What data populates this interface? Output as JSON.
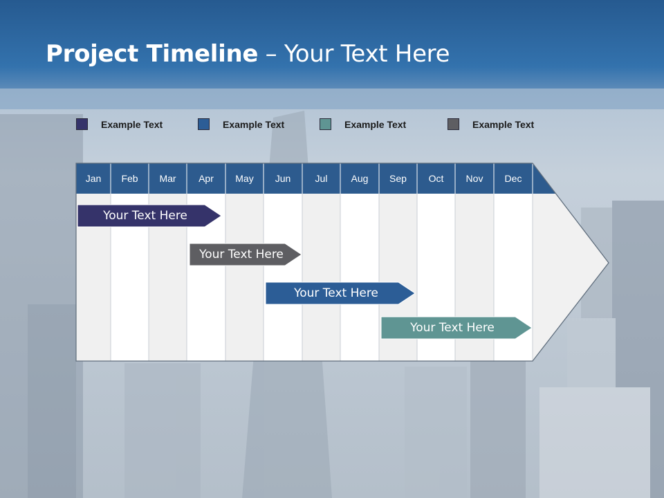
{
  "title": {
    "bold": "Project Timeline",
    "rest": " – Your Text Here"
  },
  "legend": [
    {
      "label": "Example Text",
      "color": "#35336a"
    },
    {
      "label": "Example Text",
      "color": "#2c5d96"
    },
    {
      "label": "Example Text",
      "color": "#5f9593"
    },
    {
      "label": "Example Text",
      "color": "#5e5e62"
    }
  ],
  "months": [
    "Jan",
    "Feb",
    "Mar",
    "Apr",
    "May",
    "Jun",
    "Jul",
    "Aug",
    "Sep",
    "Oct",
    "Nov",
    "Dec"
  ],
  "tasks": [
    {
      "label": "Your  Text Here",
      "color": "#35336a"
    },
    {
      "label": "Your  Text Here",
      "color": "#5e5e62"
    },
    {
      "label": "Your  Text Here",
      "color": "#2c5d96"
    },
    {
      "label": "Your  Text Here",
      "color": "#5f9593"
    }
  ],
  "colors": {
    "header": "#2d5b8e",
    "header_text": "#ffffff"
  }
}
